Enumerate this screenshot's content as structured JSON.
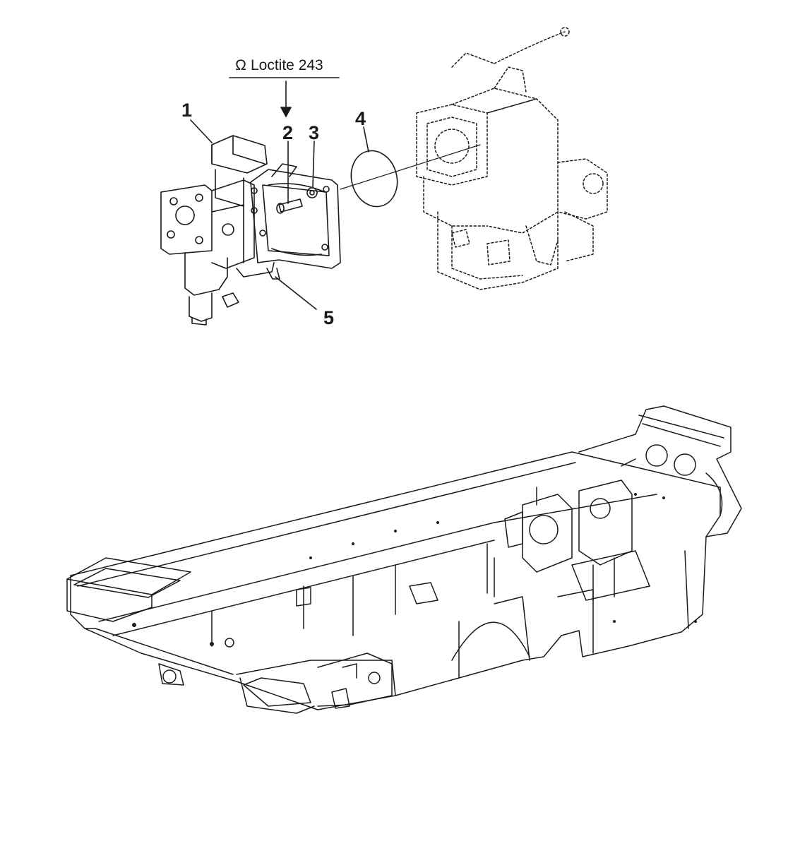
{
  "note": {
    "icon": "thread-locker-drop-icon",
    "text": "Loctite 243"
  },
  "callouts": [
    {
      "id": "1",
      "label": "1"
    },
    {
      "id": "2",
      "label": "2"
    },
    {
      "id": "3",
      "label": "3"
    },
    {
      "id": "4",
      "label": "4"
    },
    {
      "id": "5",
      "label": "5"
    }
  ],
  "colors": {
    "line": "#1a1a1a",
    "background": "#ffffff"
  }
}
